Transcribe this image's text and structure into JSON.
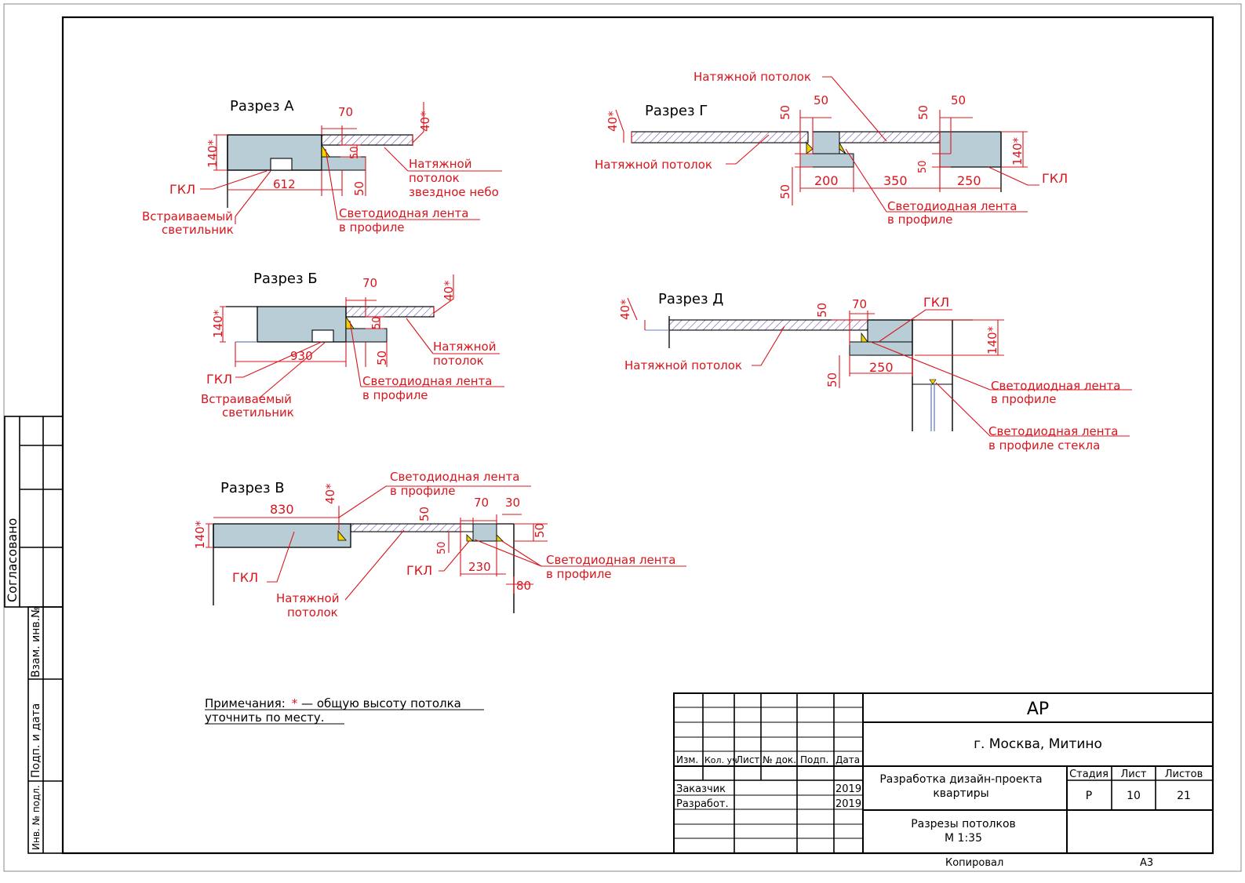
{
  "colors": {
    "annotation": "#d8141c",
    "gkl_fill": "#b9cdd6",
    "hatch": "#6c3fb0",
    "led": "#f2d300",
    "frame": "#000000"
  },
  "sections": {
    "a": {
      "title": "Разрез А",
      "dims": {
        "d70": "70",
        "d40": "40*",
        "d140": "140*",
        "d50a": "50",
        "d50b": "50",
        "d612": "612"
      },
      "labels": {
        "gkl": "ГКЛ",
        "lamp1": "Встраиваемый",
        "lamp2": "светильник",
        "led1": "Светодиодная лента",
        "led2": "в профиле",
        "ceil1": "Натяжной",
        "ceil2": "потолок",
        "ceil3": "звездное небо"
      }
    },
    "b": {
      "title": "Разрез Б",
      "dims": {
        "d70": "70",
        "d40": "40*",
        "d140": "140*",
        "d50a": "50",
        "d50b": "50",
        "d930": "930"
      },
      "labels": {
        "gkl": "ГКЛ",
        "lamp1": "Встраиваемый",
        "lamp2": "светильник",
        "led1": "Светодиодная лента",
        "led2": "в профиле",
        "ceil1": "Натяжной",
        "ceil2": "потолок"
      }
    },
    "v": {
      "title": "Разрез В",
      "dims": {
        "d830": "830",
        "d40": "40*",
        "d140": "140*",
        "d50a": "50",
        "d50b": "50",
        "d50c": "50",
        "d70": "70",
        "d30": "30",
        "d230": "230",
        "d80": "80"
      },
      "labels": {
        "gkl1": "ГКЛ",
        "gkl2": "ГКЛ",
        "ceil1": "Натяжной",
        "ceil2": "потолок",
        "led_top1": "Светодиодная лента",
        "led_top2": "в профиле",
        "led1": "Светодиодная лента",
        "led2": "в профиле"
      }
    },
    "g": {
      "title": "Разрез Г",
      "dims": {
        "d40": "40*",
        "d50a": "50",
        "d50b": "50",
        "d50c": "50",
        "d50d": "50",
        "d50e": "50",
        "d50f": "50",
        "d140": "140*",
        "d200": "200",
        "d350": "350",
        "d250": "250"
      },
      "labels": {
        "ceil_top": "Натяжной потолок",
        "ceil_left": "Натяжной потолок",
        "gkl": "ГКЛ",
        "led1": "Светодиодная лента",
        "led2": "в профиле"
      }
    },
    "d": {
      "title": "Разрез Д",
      "dims": {
        "d40": "40*",
        "d50a": "50",
        "d70": "70",
        "d140": "140*",
        "d250": "250",
        "d50b": "50"
      },
      "labels": {
        "ceil": "Натяжной потолок",
        "gkl": "ГКЛ",
        "led1": "Светодиодная лента",
        "led2": "в профиле",
        "glass1": "Светодиодная лента",
        "glass2": "в профиле стекла"
      }
    }
  },
  "notes": {
    "prefix": "Примечания:",
    "star": "*",
    "rest": " — общую высоту потолка",
    "line2": "уточнить по месту."
  },
  "side_stamp": {
    "agreed": "Согласовано",
    "inv_zam": "Взам. инв.№",
    "sign_date": "Подп. и дата",
    "inv_orig": "Инв. № подл."
  },
  "title_block": {
    "code": "АР",
    "location": "г. Москва, Митино",
    "headers": [
      "Изм.",
      "Кол. уч",
      "Лист",
      "№ док.",
      "Подп.",
      "Дата"
    ],
    "rows": [
      {
        "role": "Заказчик",
        "date": "2019"
      },
      {
        "role": "Разработ.",
        "date": "2019"
      }
    ],
    "project1": "Разработка дизайн-проекта",
    "project2": "квартиры",
    "stage_h": "Стадия",
    "sheet_h": "Лист",
    "sheets_h": "Листов",
    "stage": "Р",
    "sheet": "10",
    "sheets": "21",
    "drawing1": "Разрезы потолков",
    "drawing2": "М 1:35"
  },
  "footer": {
    "copied": "Копировал",
    "format": "А3"
  }
}
